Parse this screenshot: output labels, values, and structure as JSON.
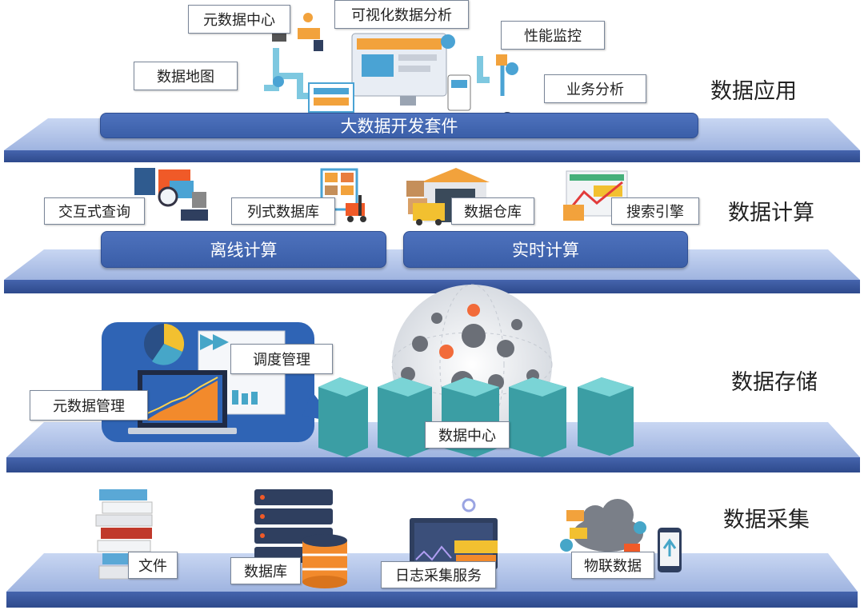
{
  "layers": [
    {
      "title": "数据应用",
      "bands": [
        "大数据开发套件"
      ],
      "labels": [
        "元数据中心",
        "可视化数据分析",
        "性能监控",
        "数据地图",
        "业务分析"
      ]
    },
    {
      "title": "数据计算",
      "bands": [
        "离线计算",
        "实时计算"
      ],
      "labels": [
        "交互式查询",
        "列式数据库",
        "数据仓库",
        "搜索引擎"
      ]
    },
    {
      "title": "数据存储",
      "bands": [],
      "labels": [
        "调度管理",
        "元数据管理",
        "数据中心"
      ]
    },
    {
      "title": "数据采集",
      "bands": [],
      "labels": [
        "文件",
        "数据库",
        "日志采集服务",
        "物联数据"
      ]
    }
  ],
  "icons": [
    "flowchart-icon",
    "dashboard-monitor-icon",
    "gauge-icon",
    "analytics-icon",
    "warehouse-icon",
    "forklift-icon",
    "search-chart-icon",
    "pie-chart-icon",
    "laptop-chart-icon",
    "document-icon",
    "globe-social-icon",
    "server-rack-icon",
    "binders-icon",
    "database-cylinder-icon",
    "log-monitor-icon",
    "iot-cloud-icon",
    "phone-icon"
  ],
  "colors": {
    "platform_top": "#a9bde6",
    "platform_front": "#3b5aa0",
    "band": "#4467b4",
    "server": "#4bb3b8",
    "accent_orange": "#f28a2c"
  }
}
